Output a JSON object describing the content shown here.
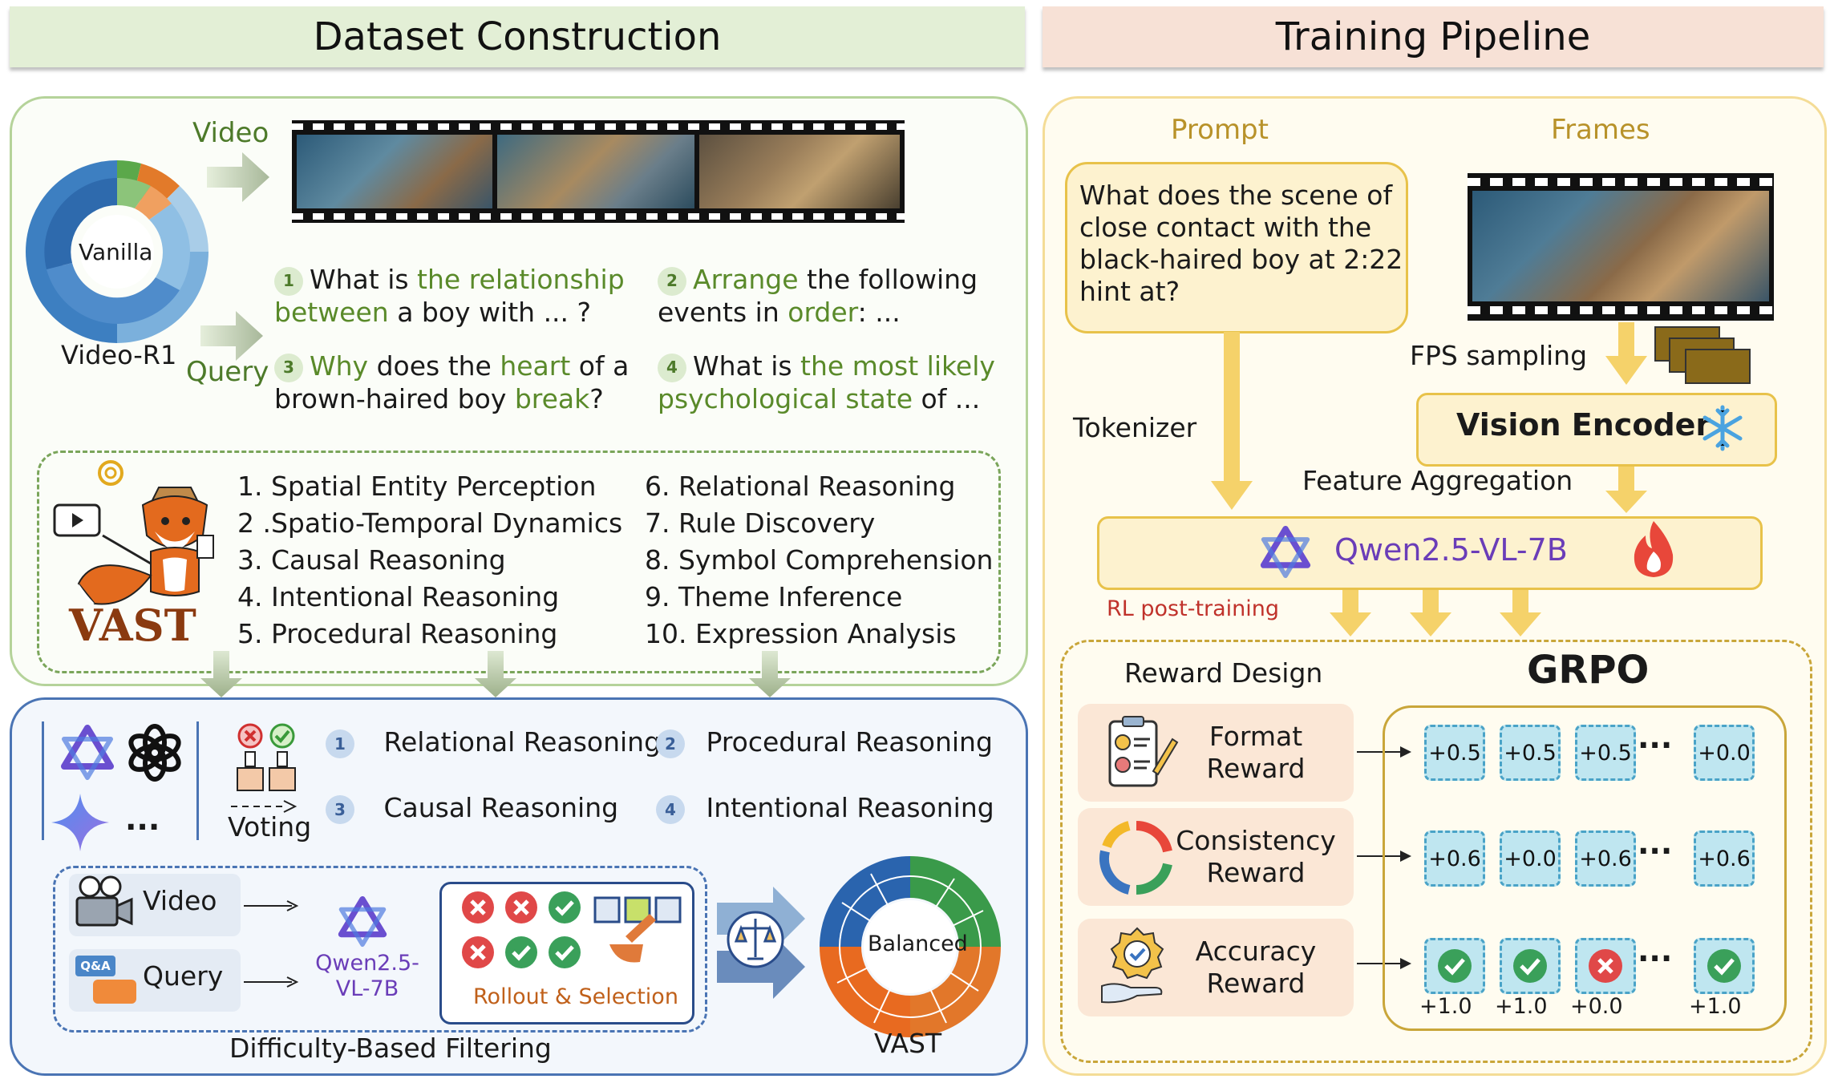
{
  "left_header": "Dataset Construction",
  "right_header": "Training Pipeline",
  "dataset": {
    "video_label": "Video",
    "query_label": "Query",
    "donut_center": "Vanilla",
    "donut_caption": "Video-R1",
    "questions": [
      {
        "num": "1",
        "parts": [
          [
            "What is ",
            ""
          ],
          [
            "the relationship",
            "g"
          ],
          [
            "\n",
            ""
          ],
          [
            "between",
            "g"
          ],
          [
            " a boy with ... ?",
            ""
          ]
        ]
      },
      {
        "num": "2",
        "parts": [
          [
            "Arrange",
            "g"
          ],
          [
            " the following",
            ""
          ],
          [
            "\n",
            ""
          ],
          [
            "events in ",
            ""
          ],
          [
            "order",
            "g"
          ],
          [
            ": ...",
            ""
          ]
        ]
      },
      {
        "num": "3",
        "parts": [
          [
            "Why",
            "g"
          ],
          [
            " does the ",
            ""
          ],
          [
            "heart",
            "g"
          ],
          [
            " of a",
            ""
          ],
          [
            "\n",
            ""
          ],
          [
            "brown-haired boy ",
            ""
          ],
          [
            "break",
            "g"
          ],
          [
            "?",
            ""
          ]
        ]
      },
      {
        "num": "4",
        "parts": [
          [
            "What is ",
            ""
          ],
          [
            "the most likely",
            "g"
          ],
          [
            "\n",
            ""
          ],
          [
            "psychological state",
            "g"
          ],
          [
            " of ...",
            ""
          ]
        ]
      }
    ],
    "vast_logo": "VAST",
    "categories_left": [
      "1. Spatial Entity Perception",
      "2 .Spatio-Temporal Dynamics",
      "3. Causal Reasoning",
      "4. Intentional Reasoning",
      "5. Procedural Reasoning"
    ],
    "categories_right": [
      "6. Relational Reasoning",
      "7. Rule Discovery",
      "8. Symbol Comprehension",
      "9. Theme Inference",
      "10. Expression Analysis"
    ]
  },
  "filtering": {
    "ellipsis": "...",
    "voting_label": "Voting",
    "selected": [
      {
        "num": "1",
        "label": "Relational Reasoning"
      },
      {
        "num": "2",
        "label": "Procedural Reasoning"
      },
      {
        "num": "3",
        "label": "Causal Reasoning"
      },
      {
        "num": "4",
        "label": "Intentional Reasoning"
      }
    ],
    "video_chip": "Video",
    "query_chip": "Query",
    "qa_tag": "Q&A",
    "model_label": "Qwen2.5-\nVL-7B",
    "rollout_label": "Rollout & Selection",
    "caption": "Difficulty-Based Filtering",
    "balanced_center": "Balanced",
    "balanced_caption": "VAST"
  },
  "training": {
    "prompt_label": "Prompt",
    "frames_label": "Frames",
    "prompt_text": "What does the scene of\nclose contact with the\nblack-haired boy at 2:22\nhint at?",
    "fps_label": "FPS sampling",
    "tokenizer_label": "Tokenizer",
    "encoder_label": "Vision Encoder",
    "feature_label": "Feature Aggregation",
    "model_label": "Qwen2.5-VL-7B",
    "rl_label": "RL post-training",
    "reward_design_label": "Reward Design",
    "grpo_label": "GRPO",
    "rewards": [
      {
        "label": "Format\nReward",
        "icon": "clipboard-icon",
        "values": [
          "+0.5",
          "+0.5",
          "+0.5",
          "+0.0"
        ]
      },
      {
        "label": "Consistency\nReward",
        "icon": "cycle-icon",
        "values": [
          "+0.6",
          "+0.0",
          "+0.6",
          "+0.6"
        ]
      },
      {
        "label": "Accuracy\nReward",
        "icon": "hand-badge-icon",
        "values": [
          "+1.0",
          "+1.0",
          "+0.0",
          "+1.0"
        ],
        "marks": [
          "check",
          "check",
          "cross",
          "check"
        ]
      }
    ],
    "dots": "...",
    "colors": {
      "accent_green": "#5a8a2a",
      "model_purple": "#6a3db8",
      "rl_red": "#c0322b",
      "arrow_yellow": "#f5d26a"
    }
  }
}
